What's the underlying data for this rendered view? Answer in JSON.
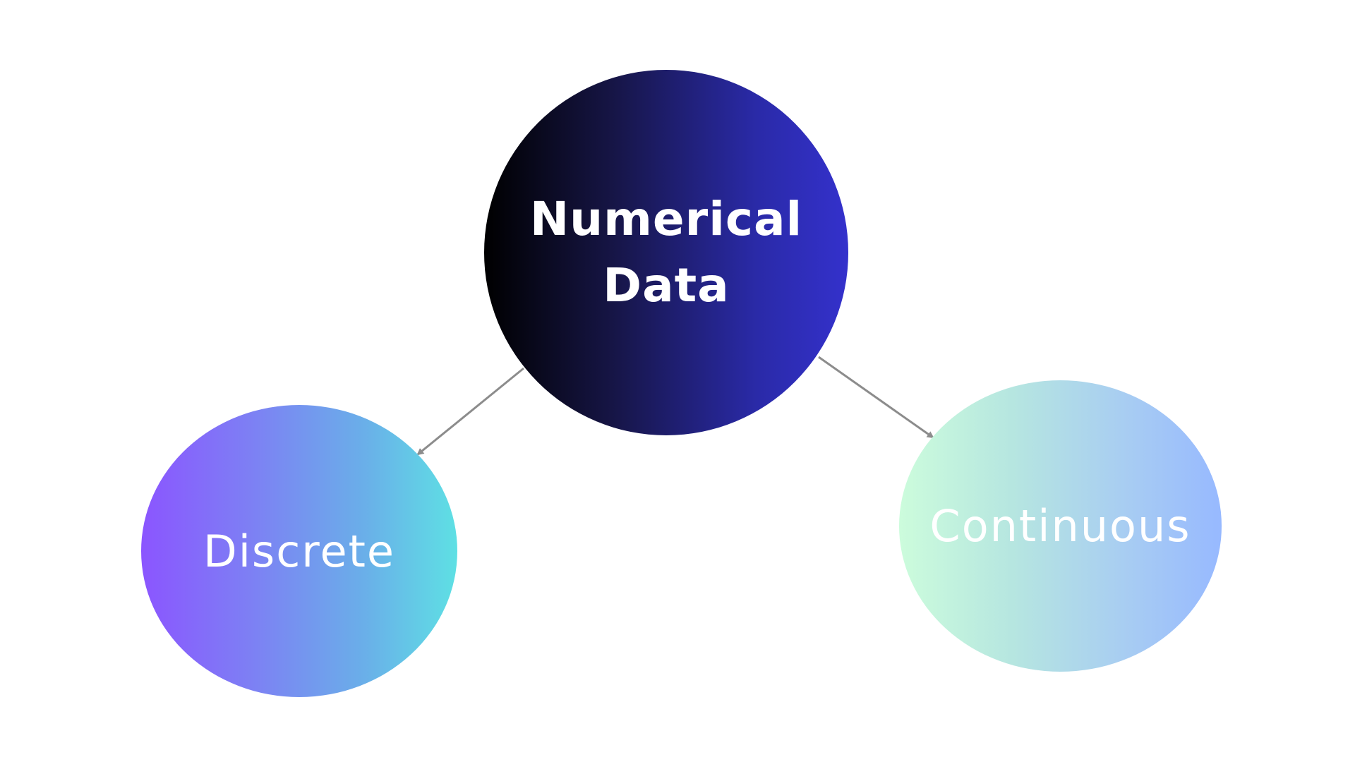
{
  "diagram": {
    "root": {
      "label_line1": "Numerical",
      "label_line2": "Data"
    },
    "children": [
      {
        "id": "discrete",
        "label": "Discrete"
      },
      {
        "id": "continuous",
        "label": "Continuous"
      }
    ],
    "colors": {
      "edge": "#8c8c8c",
      "root_gradient": [
        "#000000",
        "#3431cc"
      ],
      "discrete_gradient": [
        "#8b55ff",
        "#5ee0e4"
      ],
      "continuous_gradient": [
        "#ccfcdc",
        "#97b9ff"
      ],
      "text": "#ffffff"
    }
  }
}
